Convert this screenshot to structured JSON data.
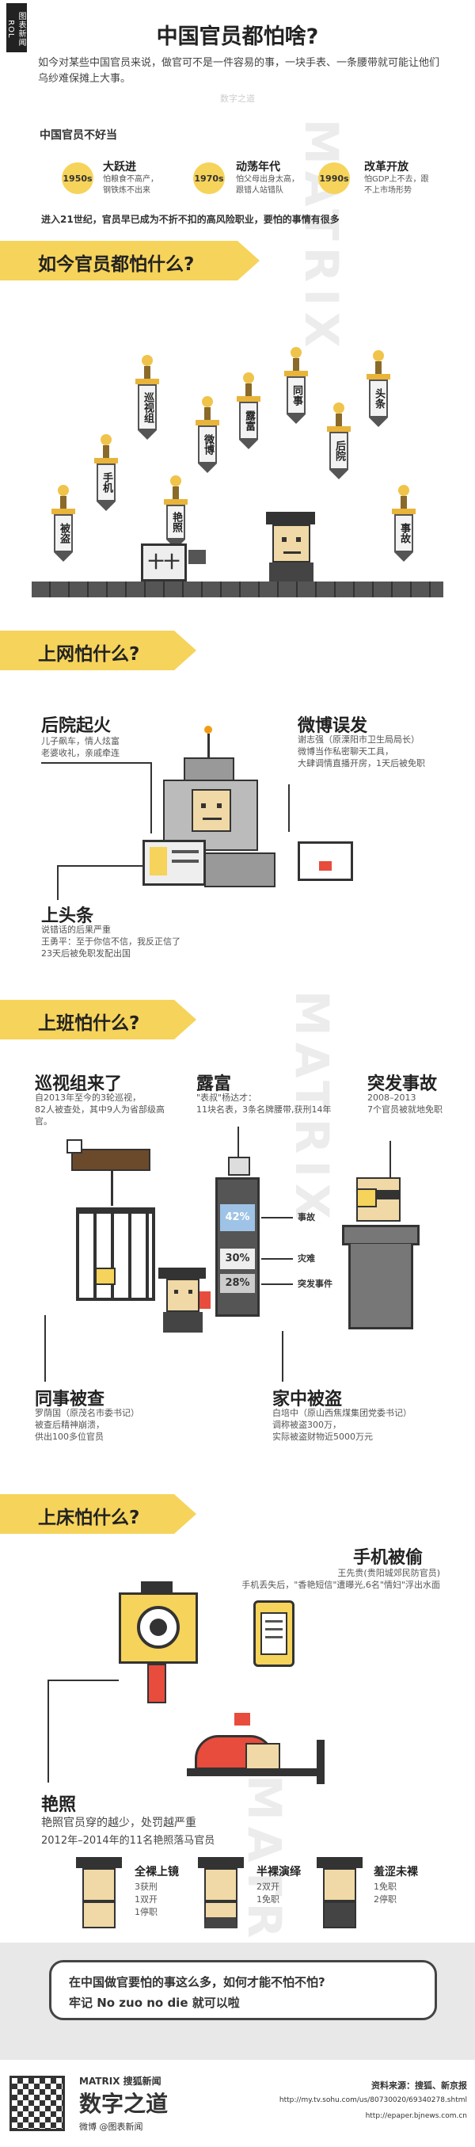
{
  "header": {
    "tag": "图表新闻 ROL NEWS",
    "title": "中国官员都怕啥?",
    "intro": "如今对某些中国官员来说，做官可不是一件容易的事，一块手表、一条腰带就可能让他们乌纱难保摊上大事。",
    "watermark": "数字之道"
  },
  "history": {
    "heading": "中国官员不好当",
    "eras": [
      {
        "year": "1950s",
        "title": "大跃进",
        "desc": "怕粮食不高产，钢铁炼不出来"
      },
      {
        "year": "1970s",
        "title": "动荡年代",
        "desc": "怕父母出身太高，跟错人站错队"
      },
      {
        "year": "1990s",
        "title": "改革开放",
        "desc": "怕GDP上不去，跟不上市场形势"
      }
    ],
    "summary": "进入21世纪，官员早已成为不折不扣的高风险职业，要怕的事情有很多"
  },
  "section1": {
    "title": "如今官员都怕什么?",
    "swords": [
      "被盗",
      "手机",
      "巡视组",
      "微博",
      "艳照",
      "露富",
      "同事",
      "后院",
      "头条",
      "事故"
    ],
    "crate_label": "十十"
  },
  "section2": {
    "title": "上网怕什么?",
    "items": [
      {
        "title": "后院起火",
        "desc": "儿子飙车，情人炫富\n老婆收礼，亲戚牵连"
      },
      {
        "title": "微博误发",
        "desc": "谢志强（原溧阳市卫生局局长）\n微博当作私密聊天工具，\n大肆调情直播开房，1天后被免职"
      },
      {
        "title": "上头条",
        "desc": "说错话的后果严重\n王勇平：至于你信不信，我反正信了\n23天后被免职发配出国"
      }
    ]
  },
  "section3": {
    "title": "上班怕什么?",
    "items": [
      {
        "title": "巡视组来了",
        "desc": "自2013年至今的3轮巡视，\n82人被查处，其中9人为省部级高官。"
      },
      {
        "title": "露富",
        "desc": "\"表叔\"杨达才：\n11块名表，3条名牌腰带,获刑14年"
      },
      {
        "title": "突发事故",
        "desc": "2008–2013\n7个官员被就地免职"
      },
      {
        "title": "同事被查",
        "desc": "罗荫国（原茂名市委书记）\n被查后精神崩溃，\n供出100多位官员"
      },
      {
        "title": "家中被盗",
        "desc": "白培中（原山西焦煤集团党委书记）\n调称被盗300万，\n实际被盗财物近5000万元"
      }
    ],
    "gauge": [
      {
        "pct": "42%",
        "label": "事故"
      },
      {
        "pct": "30%",
        "label": "灾难"
      },
      {
        "pct": "28%",
        "label": "突发事件"
      }
    ]
  },
  "section4": {
    "title": "上床怕什么?",
    "phone": {
      "title": "手机被偷",
      "desc": "王先贵(贵阳城郊民防官员)\n手机丢失后，\"香艳短信\"遭曝光,6名\"情妇\"浮出水面"
    },
    "photo": {
      "title": "艳照",
      "desc": "艳照官员穿的越少，处罚越严重",
      "stat": "2012年–2014年的11名艳照落马官员"
    },
    "officials": [
      {
        "title": "全裸上镜",
        "lines": [
          "3获刑",
          "1双开",
          "1停职"
        ]
      },
      {
        "title": "半裸演绎",
        "lines": [
          "2双开",
          "1免职"
        ]
      },
      {
        "title": "羞涩未裸",
        "lines": [
          "1免职",
          "2停职"
        ]
      }
    ]
  },
  "closing": {
    "line1": "在中国做官要怕的事这么多，如何才能不怕不怕?",
    "line2": "牢记 No zuo no die 就可以啦"
  },
  "footer": {
    "brand_top": "MATRIX 搜狐新闻",
    "brand_main": "数字之道",
    "weibo": "微博 @图表新闻",
    "sources_label": "资料来源：搜狐、新京报",
    "url1": "http://my.tv.sohu.com/us/80730020/69340278.shtml",
    "url2": "http://epaper.bjnews.com.cn"
  },
  "colors": {
    "accent": "#f6d35a",
    "dark": "#333333",
    "red": "#e74c3c"
  }
}
